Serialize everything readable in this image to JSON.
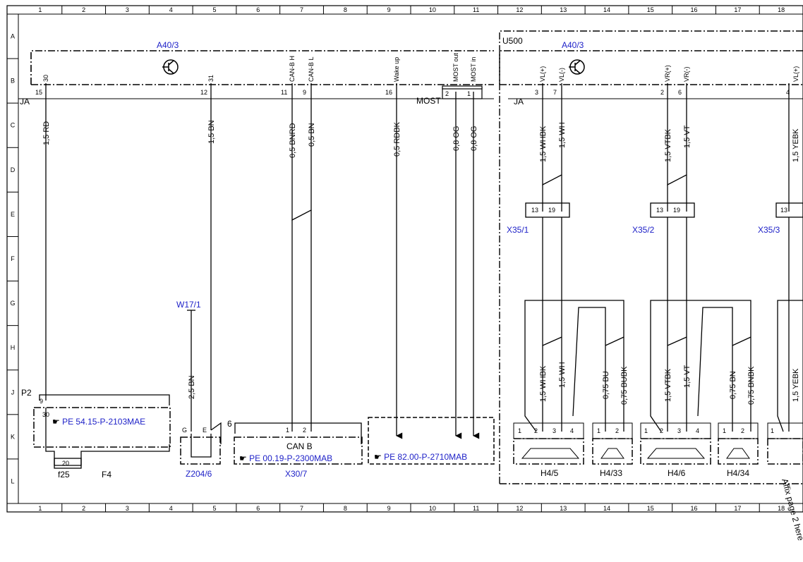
{
  "colors": {
    "component_label": "#1f22c8",
    "line": "#000000"
  },
  "grid": {
    "columns": [
      "1",
      "2",
      "3",
      "4",
      "5",
      "6",
      "7",
      "8",
      "9",
      "10",
      "11",
      "12",
      "13",
      "14",
      "15",
      "16",
      "17",
      "18"
    ],
    "rows": [
      "A",
      "B",
      "C",
      "D",
      "E",
      "F",
      "G",
      "H",
      "J",
      "K",
      "L"
    ]
  },
  "labels": {
    "a40_left": "A40/3",
    "a40_right": "A40/3",
    "u500": "U500",
    "ja_left": "JA",
    "ja_right": "JA",
    "most": "MOST",
    "w17": "W17/1",
    "p2": "P2",
    "f25": "f25",
    "f4": "F4",
    "z204": "Z204/6",
    "x30": "X30/7",
    "can_b": "CAN B",
    "x35_1": "X35/1",
    "x35_2": "X35/2",
    "x35_3": "X35/3",
    "h4_5": "H4/5",
    "h4_33": "H4/33",
    "h4_6": "H4/6",
    "h4_34": "H4/34",
    "affix": "Affix page 2 here",
    "six": "6",
    "fuse20": "20"
  },
  "refs": {
    "pe54": "PE 54.15-P-2103MAE",
    "pe00": "PE 00.19-P-2300MAB",
    "pe82": "PE 82.00-P-2710MAB"
  },
  "pins_top": {
    "p30": "30",
    "p31": "31",
    "canh": "CAN-B H",
    "canl": "CAN-B L",
    "wake": "Wake up",
    "most_out": "MOST out",
    "most_in": "MOST in",
    "vl_p": "VL(+)",
    "vl_m": "VL(-)",
    "vr_p": "VR(+)",
    "vr_m": "VR(-)",
    "v4": "VL(+)"
  },
  "pins_num": {
    "n15": "15",
    "n12": "12",
    "n11": "11",
    "n9": "9",
    "n16": "16",
    "n2": "2",
    "n1": "1",
    "n3": "3",
    "n7": "7",
    "n2r": "2",
    "n6": "6",
    "n4": "4",
    "x13a": "13",
    "x19a": "19",
    "x13b": "13",
    "x19b": "19",
    "x13c": "13",
    "p2_9": "9",
    "p2_30": "30",
    "zg": "G",
    "ze": "E",
    "x1": "1",
    "x2": "2",
    "h1a": "1",
    "h2a": "2",
    "h3a": "3",
    "h4a": "4",
    "h1b": "1",
    "h2b": "2",
    "h1c": "1",
    "h2c": "2",
    "h3c": "3",
    "h4c": "4",
    "h1d": "1",
    "h2d": "2",
    "h1e": "1"
  },
  "wires": {
    "w_rd": "1,5 RD",
    "w_bn": "1,5 BN",
    "w_bnrd": "0,5 BNRD",
    "w_bn05": "0,5 BN",
    "w_rdbk": "0,5 RDBK",
    "w_og1": "0,8 OG",
    "w_og2": "0,8 OG",
    "w_whbk": "1,5 WHBK",
    "w_wh": "1,5 WH",
    "w_vtbk": "1,5 VTBK",
    "w_vt": "1,5 VT",
    "w_yebk": "1,5 YEBK",
    "w_25bn": "2,5 BN",
    "l_whbk": "1,5 WHBK",
    "l_wh": "1,5 WH",
    "l_bu": "0,75 BU",
    "l_bubk": "0,75 BUBK",
    "l_vtbk": "1,5 VTBK",
    "l_vt": "1,5 VT",
    "l_bn": "0,75 BN",
    "l_bnbk": "0,75 BNBK",
    "l_yebk": "1,5 YEBK"
  }
}
